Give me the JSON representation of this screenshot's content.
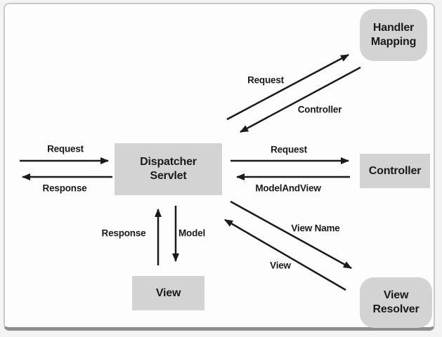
{
  "diagram": {
    "nodes": {
      "handler_mapping": {
        "line1": "Handler",
        "line2": "Mapping"
      },
      "dispatcher_servlet": {
        "line1": "Dispatcher",
        "line2": "Servlet"
      },
      "controller": {
        "label": "Controller"
      },
      "view": {
        "label": "View"
      },
      "view_resolver": {
        "line1": "View",
        "line2": "Resolver"
      }
    },
    "edge_labels": {
      "client_request": "Request",
      "client_response": "Response",
      "handler_mapping_request": "Request",
      "handler_mapping_controller": "Controller",
      "controller_request": "Request",
      "controller_model_and_view": "ModelAndView",
      "view_resolver_view_name": "View Name",
      "view_resolver_view": "View",
      "view_response": "Response",
      "view_model": "Model"
    },
    "colors": {
      "node_fill": "#d3d3d3",
      "line": "#1a1a1a",
      "text": "#1a1a1a",
      "panel_background": "#fdfdfd",
      "frame_border": "#c9c9c9",
      "frame_bottom_border": "#8e8e8e",
      "outer_background": "#f3f3f3"
    }
  }
}
